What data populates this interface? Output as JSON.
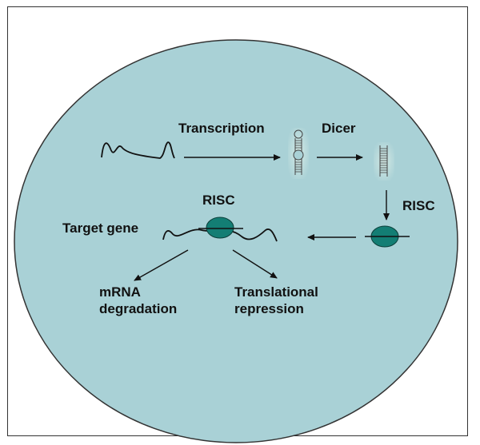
{
  "diagram": {
    "colors": {
      "cell_fill": "#a9d1d6",
      "risc_fill": "#137e74",
      "ink": "#111111"
    },
    "labels": {
      "transcription": "Transcription",
      "dicer": "Dicer",
      "risc_side": "RISC",
      "risc_top": "RISC",
      "target_gene": "Target gene",
      "mrna_degradation": "mRNA\ndegradation",
      "translational_repression": "Translational\nrepression"
    }
  }
}
